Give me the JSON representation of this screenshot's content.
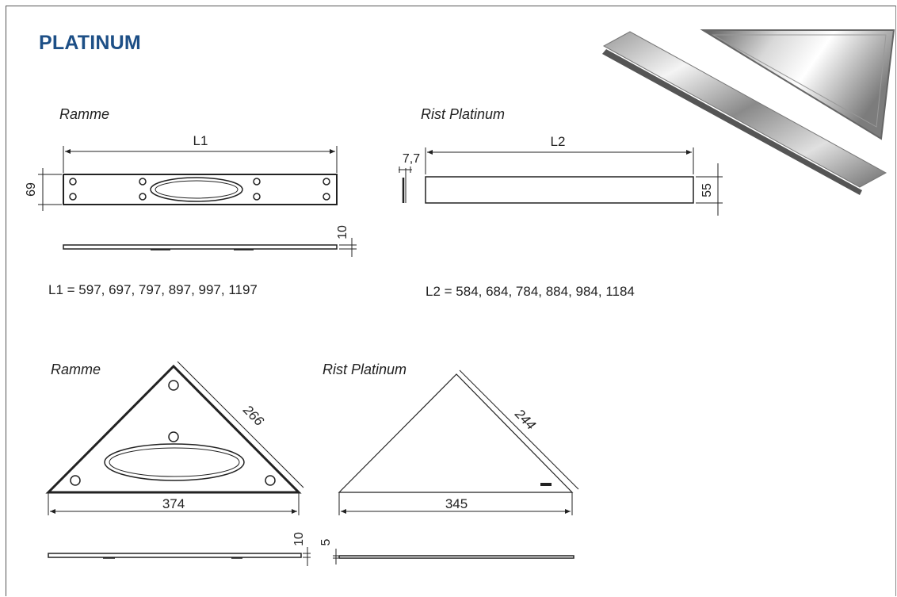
{
  "title": "PLATINUM",
  "section_top": {
    "left_label": "Ramme",
    "right_label": "Rist Platinum",
    "dims": {
      "l1": "L1",
      "h69": "69",
      "t10": "10",
      "l2": "L2",
      "w77": "7,7",
      "h55": "55"
    },
    "l1_values": "L1 = 597, 697, 797, 897, 997, 1197",
    "l2_values": "L2 = 584, 684, 784, 884, 984, 1184"
  },
  "section_bottom": {
    "left_label": "Ramme",
    "right_label": "Rist Platinum",
    "dims": {
      "side_left": "266",
      "base_left": "374",
      "thick_left": "10",
      "side_right": "244",
      "base_right": "345",
      "thick_right": "5"
    }
  },
  "colors": {
    "title": "#1d4f86",
    "line": "#222222",
    "steel_light": "#e8e8e8",
    "steel_dark": "#7a7a7a"
  }
}
